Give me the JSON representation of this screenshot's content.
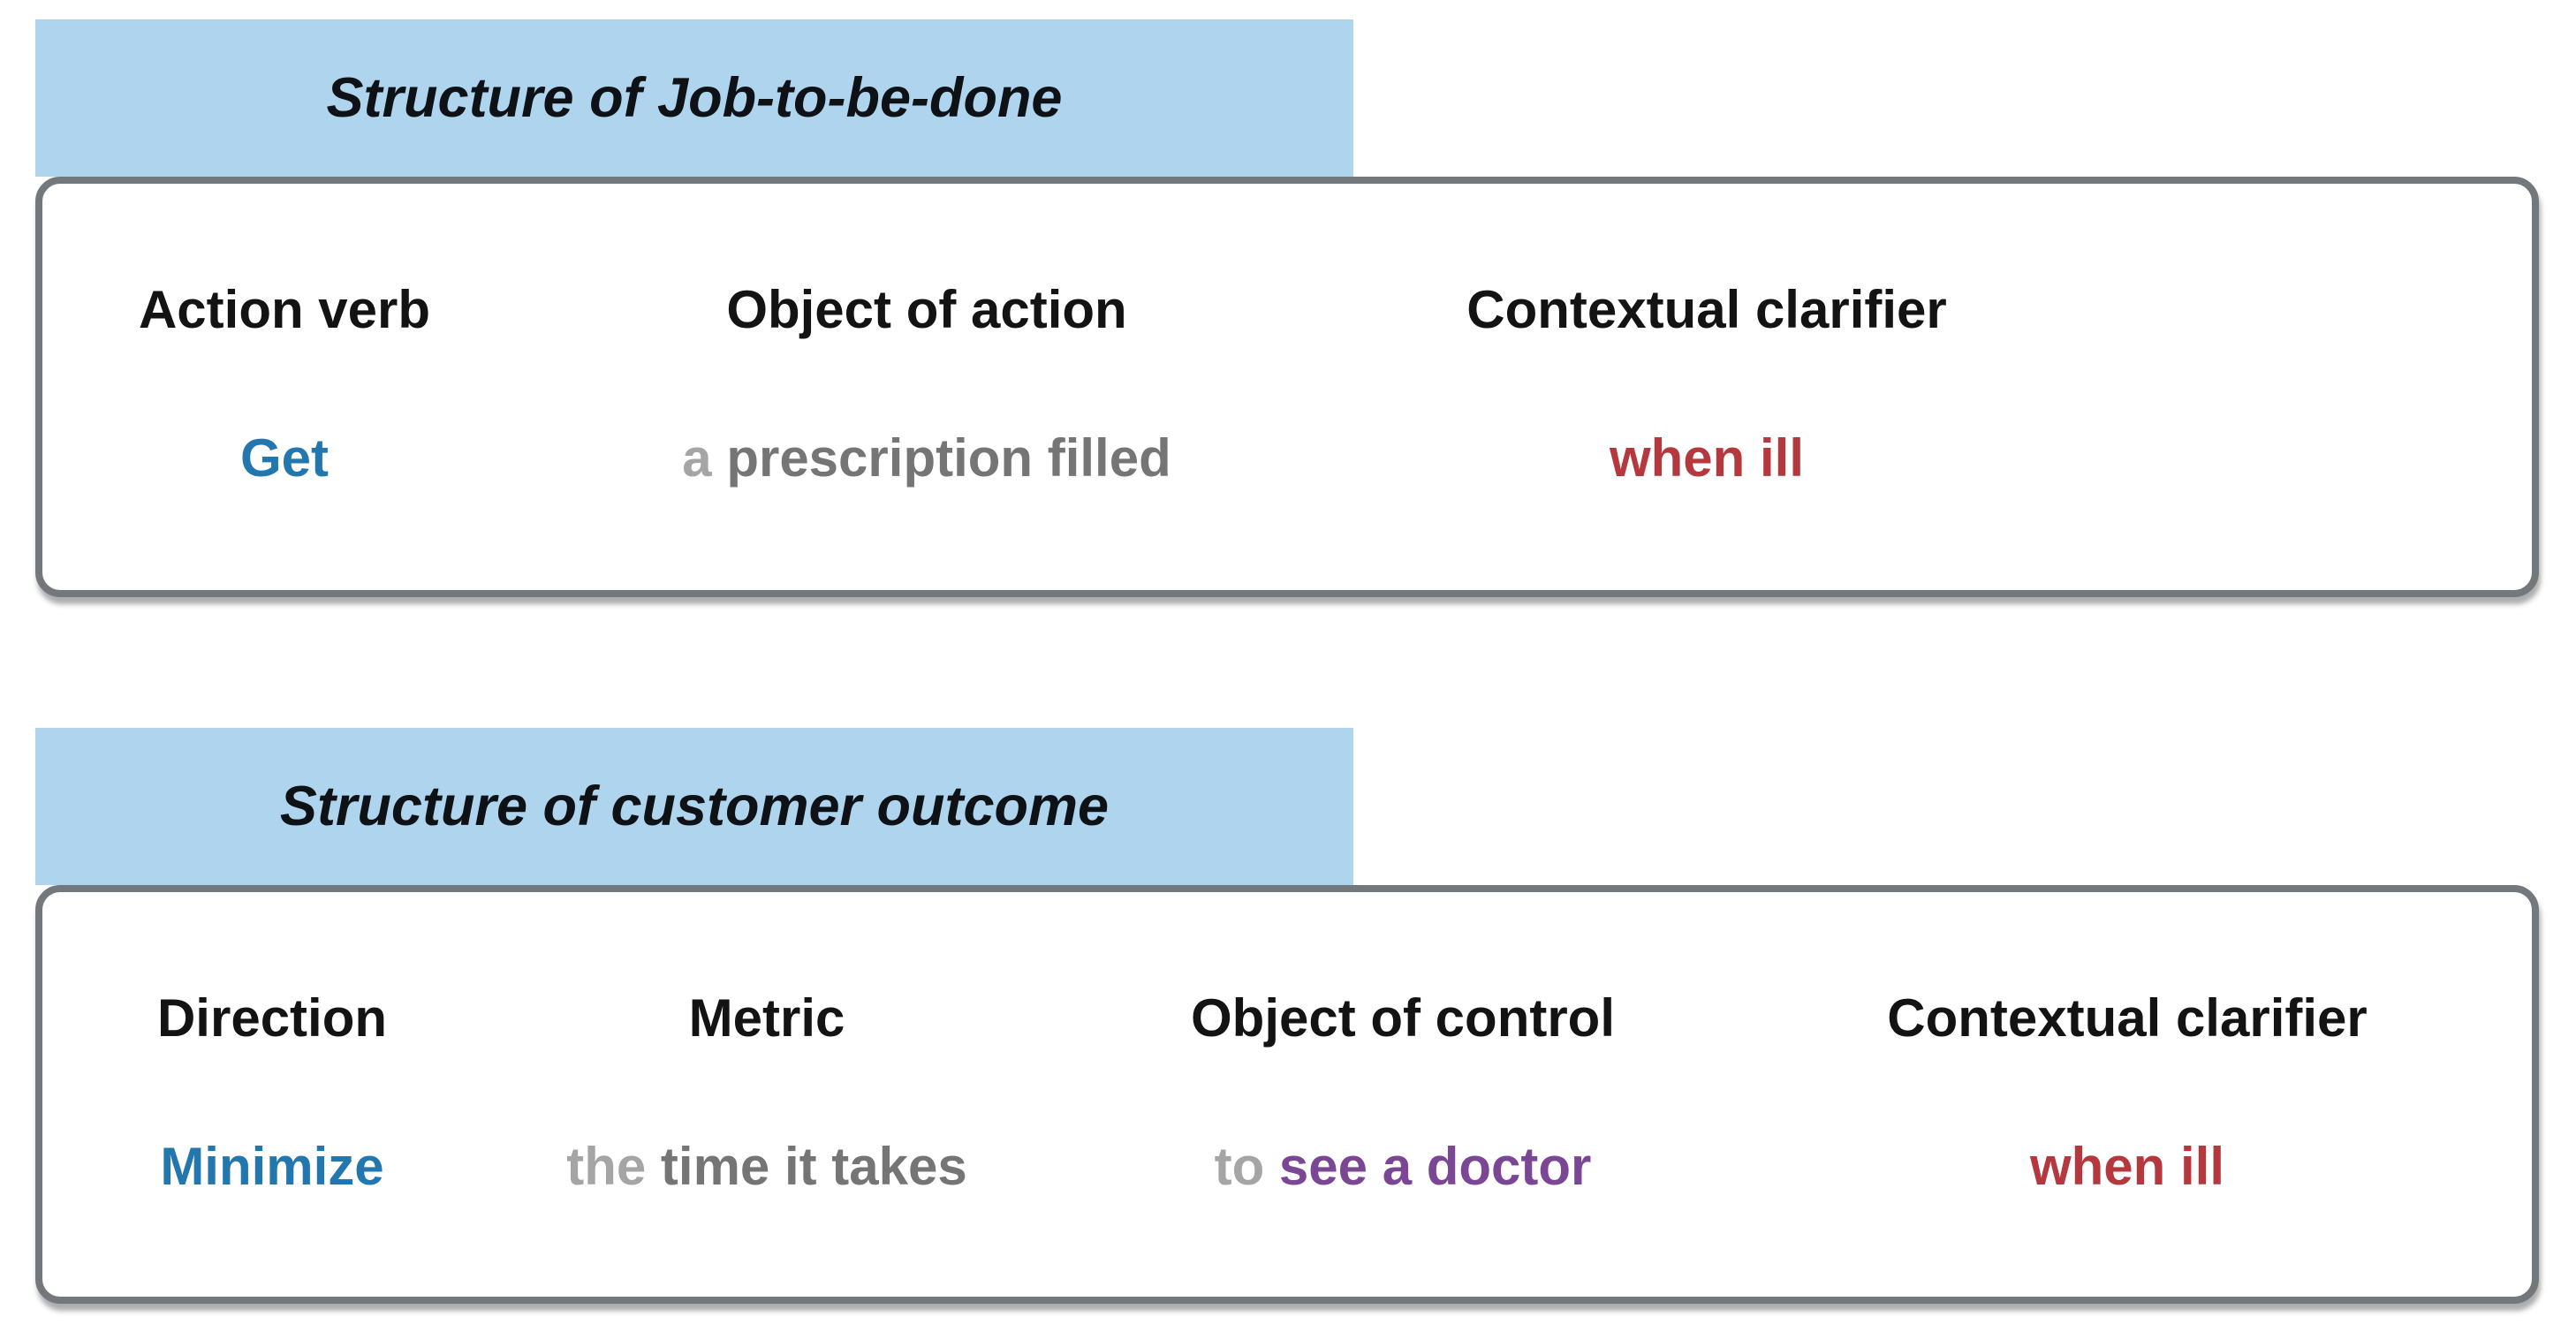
{
  "colors": {
    "blue": "#2277ae",
    "light_gray": "#a5a5a5",
    "dark_gray": "#757575",
    "red": "#b4383e",
    "purple": "#7b4795",
    "tab_bg": "#aed4ee",
    "box_border": "#73787c",
    "header_text": "#131313"
  },
  "sections": [
    {
      "tab_title": "Structure of Job-to-be-done",
      "columns": [
        {
          "header": "Action verb",
          "value_parts": [
            {
              "text": "Get",
              "color": "blue"
            }
          ]
        },
        {
          "header": "Object of action",
          "value_parts": [
            {
              "text": "a ",
              "color": "light_gray"
            },
            {
              "text": "prescription filled",
              "color": "dark_gray"
            }
          ]
        },
        {
          "header": "Contextual clarifier",
          "value_parts": [
            {
              "text": "when ill",
              "color": "red"
            }
          ]
        }
      ]
    },
    {
      "tab_title": "Structure of customer outcome",
      "columns": [
        {
          "header": "Direction",
          "value_parts": [
            {
              "text": "Minimize",
              "color": "blue"
            }
          ]
        },
        {
          "header": "Metric",
          "value_parts": [
            {
              "text": "the ",
              "color": "light_gray"
            },
            {
              "text": "time it takes",
              "color": "dark_gray"
            }
          ]
        },
        {
          "header": "Object of control",
          "value_parts": [
            {
              "text": "to ",
              "color": "light_gray"
            },
            {
              "text": "see a doctor",
              "color": "purple"
            }
          ]
        },
        {
          "header": "Contextual clarifier",
          "value_parts": [
            {
              "text": "when ill",
              "color": "red"
            }
          ]
        }
      ]
    }
  ]
}
